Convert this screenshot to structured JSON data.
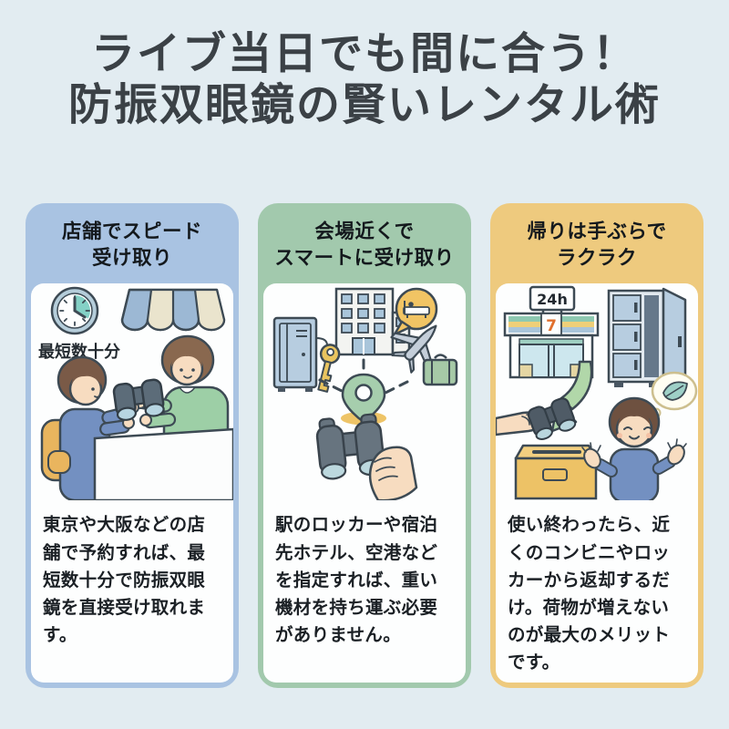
{
  "page": {
    "background": "#e2ecf1",
    "title_color": "#3b4146",
    "title_line1": "ライブ当日でも間に合う！",
    "title_line2": "防振双眼鏡の賢いレンタル術"
  },
  "cards": [
    {
      "id": "store-pickup",
      "accent": "#a9c3e2",
      "header_line1": "店舗でスピード",
      "header_line2": "受け取り",
      "badge": "最短数十分",
      "body": "東京や大阪などの店舗で予約すれば、最短数十分で防振双眼鏡を直接受け取れます。"
    },
    {
      "id": "venue-pickup",
      "accent": "#a2c9ad",
      "header_line1": "会場近くで",
      "header_line2": "スマートに受け取り",
      "body": "駅のロッカーや宿泊先ホテル、空港などを指定すれば、重い機材を持ち運ぶ必要がありません。"
    },
    {
      "id": "easy-return",
      "accent": "#eeca7e",
      "header_line1": "帰りは手ぶらで",
      "header_line2": "ラクラク",
      "store_sign": "24h",
      "store_logo": "7",
      "body": "使い終わったら、近くのコンビニやロッカーから返却するだけ。荷物が増えないのが最大のメリットです。"
    }
  ]
}
